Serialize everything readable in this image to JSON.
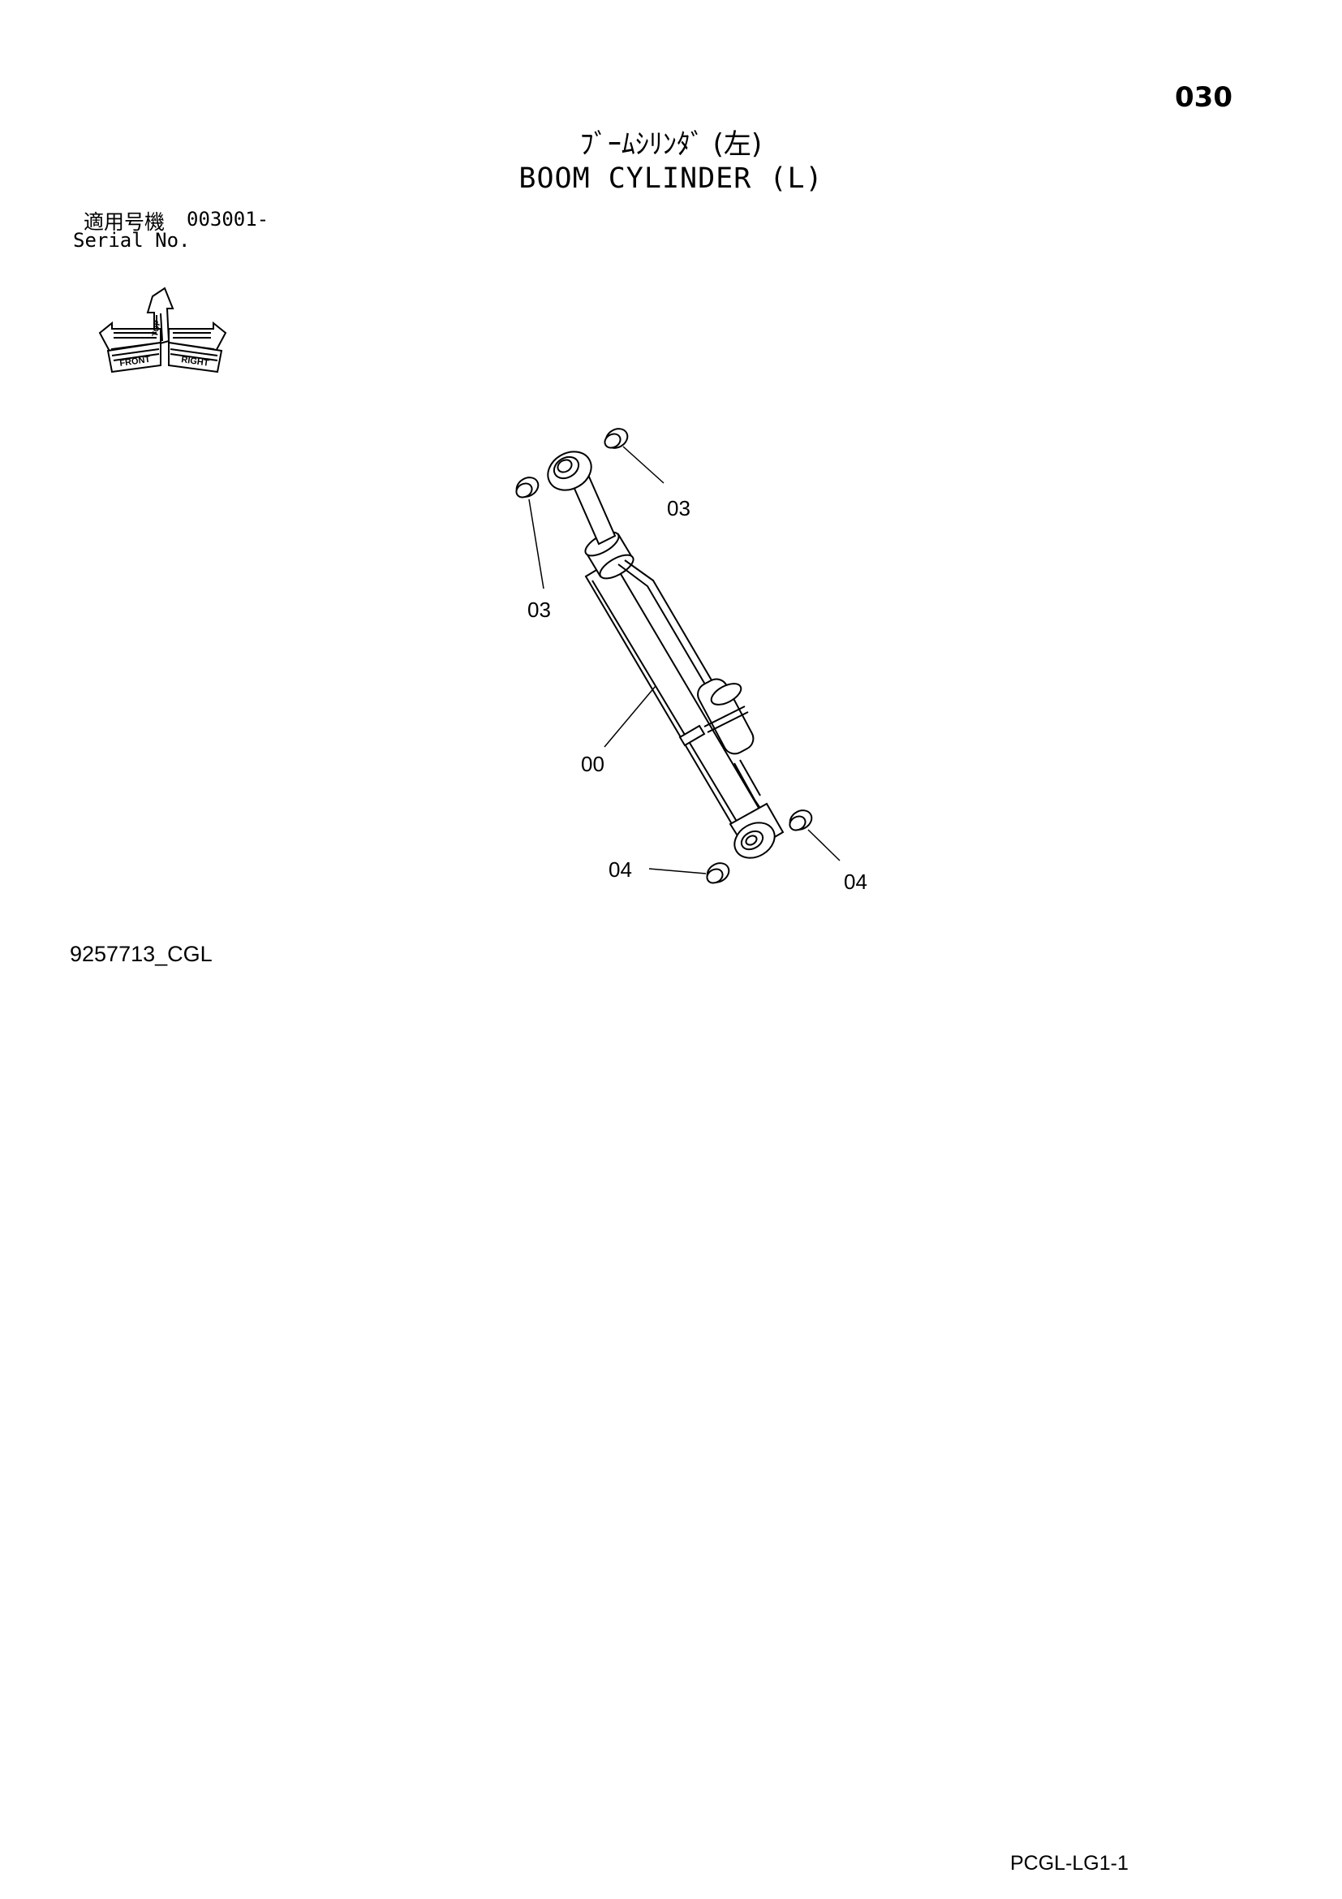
{
  "page": {
    "number": "030",
    "title_jp": "ﾌﾞｰﾑｼﾘﾝﾀﾞ (左)",
    "title_en": "BOOM CYLINDER (L)"
  },
  "serial": {
    "label_jp": "適用号機",
    "value": "003001-",
    "label_en": "Serial No."
  },
  "orientation_icon": {
    "labels": [
      "FRONT",
      "RIGHT",
      "TOP"
    ],
    "icon": "orientation-arrows-icon"
  },
  "callouts": {
    "upper_right": "03",
    "upper_left": "03",
    "body": "00",
    "lower_left": "04",
    "lower_right": "04"
  },
  "footer": {
    "drawing_code": "9257713_CGL",
    "sheet_code": "PCGL-LG1-1"
  }
}
